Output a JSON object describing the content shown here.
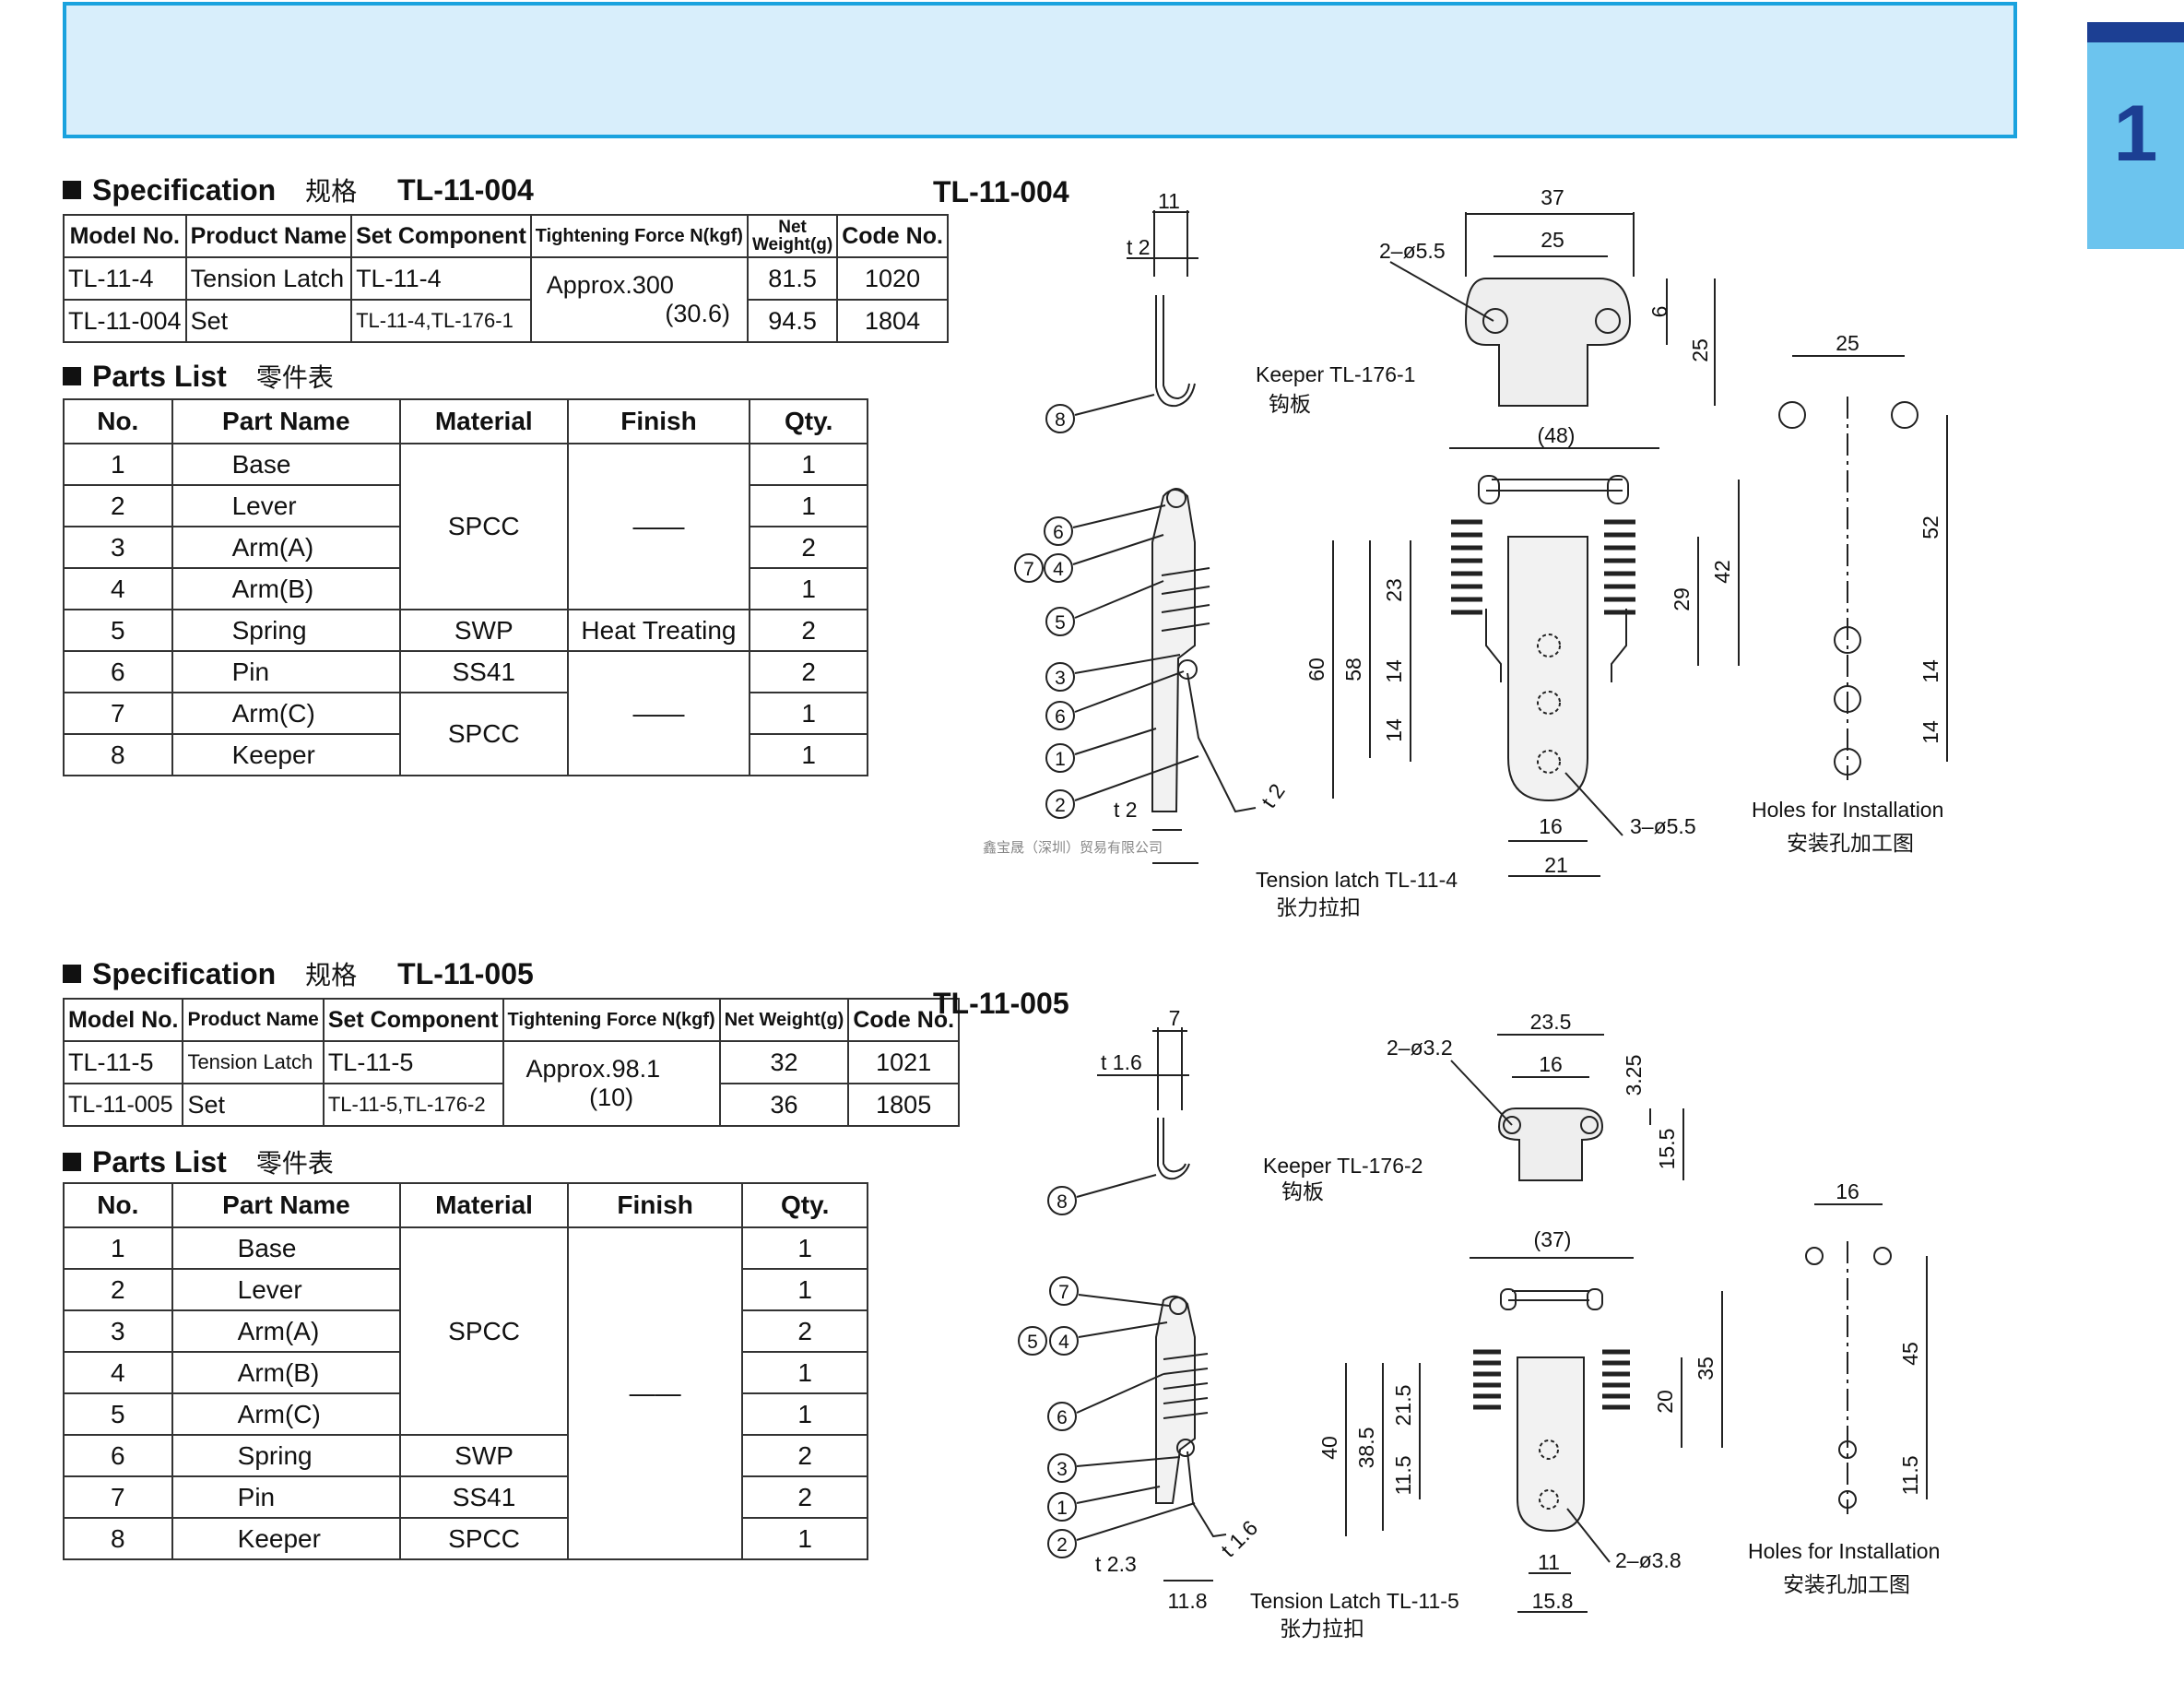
{
  "section_number": "1",
  "spec_heading": "Specification",
  "spec_heading_cn": "规格",
  "parts_heading": "Parts List",
  "parts_heading_cn": "零件表",
  "spec_columns": [
    "Model No.",
    "Product Name",
    "Set Component",
    "Tightening Force N(kgf)",
    "Net Weight(g)",
    "Code No."
  ],
  "parts_columns": [
    "No.",
    "Part Name",
    "Material",
    "Finish",
    "Qty."
  ],
  "dash": "——",
  "products": [
    {
      "code": "TL-11-004",
      "spec_rows": [
        {
          "model": "TL-11-4",
          "name": "Tension Latch",
          "set": "TL-11-4",
          "weight": "81.5",
          "code_no": "1020"
        },
        {
          "model": "TL-11-004",
          "name": "Set",
          "set": "TL-11-4,TL-176-1",
          "weight": "94.5",
          "code_no": "1804"
        }
      ],
      "force_line1": "Approx.300",
      "force_line2": "(30.6)",
      "parts": [
        {
          "no": "1",
          "name": "Base",
          "qty": "1"
        },
        {
          "no": "2",
          "name": "Lever",
          "qty": "1"
        },
        {
          "no": "3",
          "name": "Arm(A)",
          "qty": "2"
        },
        {
          "no": "4",
          "name": "Arm(B)",
          "qty": "1"
        },
        {
          "no": "5",
          "name": "Spring",
          "qty": "2"
        },
        {
          "no": "6",
          "name": "Pin",
          "qty": "2"
        },
        {
          "no": "7",
          "name": "Arm(C)",
          "qty": "1"
        },
        {
          "no": "8",
          "name": "Keeper",
          "qty": "1"
        }
      ],
      "materials": [
        "SPCC",
        "SWP",
        "SS41",
        "SPCC"
      ],
      "finish_special": "Heat Treating",
      "drawing": {
        "keeper_label": "Keeper  TL-176-1",
        "keeper_label_cn": "钩板",
        "latch_label": "Tension latch  TL-11-4",
        "latch_label_cn": "张力拉扣",
        "holes_label": "Holes for Installation",
        "holes_label_cn": "安装孔加工图",
        "watermark": "鑫宝晟（深圳）贸易有限公司",
        "dims": {
          "d11": "11",
          "t2a": "t 2",
          "d37": "37",
          "d25": "25",
          "hole_keeper": "2–ø5.5",
          "d6": "6",
          "d25v": "25",
          "d25h": "25",
          "d48": "(48)",
          "d42": "42",
          "d29": "29",
          "d23": "23",
          "d60": "60",
          "d58": "58",
          "d14a": "14",
          "d14b": "14",
          "d52": "52",
          "d14c": "14",
          "d14d": "14",
          "t2b": "t 2",
          "t2c": "t 2",
          "d16": "16",
          "d21": "21",
          "hole_latch": "3–ø5.5"
        },
        "callouts": [
          "8",
          "6",
          "7",
          "4",
          "5",
          "3",
          "6",
          "1",
          "2"
        ]
      }
    },
    {
      "code": "TL-11-005",
      "spec_rows": [
        {
          "model": "TL-11-5",
          "name": "Tension Latch",
          "set": "TL-11-5",
          "weight": "32",
          "code_no": "1021"
        },
        {
          "model": "TL-11-005",
          "name": "Set",
          "set": "TL-11-5,TL-176-2",
          "weight": "36",
          "code_no": "1805"
        }
      ],
      "force_line1": "Approx.98.1",
      "force_line2": "(10)",
      "parts": [
        {
          "no": "1",
          "name": "Base",
          "qty": "1"
        },
        {
          "no": "2",
          "name": "Lever",
          "qty": "1"
        },
        {
          "no": "3",
          "name": "Arm(A)",
          "qty": "2"
        },
        {
          "no": "4",
          "name": "Arm(B)",
          "qty": "1"
        },
        {
          "no": "5",
          "name": "Arm(C)",
          "qty": "1"
        },
        {
          "no": "6",
          "name": "Spring",
          "qty": "2"
        },
        {
          "no": "7",
          "name": "Pin",
          "qty": "2"
        },
        {
          "no": "8",
          "name": "Keeper",
          "qty": "1"
        }
      ],
      "materials": [
        "SPCC",
        "SWP",
        "SS41",
        "SPCC"
      ],
      "drawing": {
        "keeper_label": "Keeper  TL-176-2",
        "keeper_label_cn": "钩板",
        "latch_label": "Tension Latch  TL-11-5",
        "latch_label_cn": "张力拉扣",
        "holes_label": "Holes for Installation",
        "holes_label_cn": "安装孔加工图",
        "dims": {
          "d7": "7",
          "t16a": "t 1.6",
          "d235": "23.5",
          "d16": "16",
          "hole_keeper": "2–ø3.2",
          "d325": "3.25",
          "d155": "15.5",
          "d16h": "16",
          "d37": "(37)",
          "d35": "35",
          "d20": "20",
          "d215": "21.5",
          "d40": "40",
          "d385": "38.5",
          "d115a": "11.5",
          "d45": "45",
          "d115b": "11.5",
          "t23": "t 2.3",
          "t16b": "t 1.6",
          "d118": "11.8",
          "d11": "11",
          "d158": "15.8",
          "hole_latch": "2–ø3.8"
        },
        "callouts": [
          "8",
          "7",
          "5",
          "4",
          "6",
          "3",
          "1",
          "2"
        ]
      }
    }
  ]
}
